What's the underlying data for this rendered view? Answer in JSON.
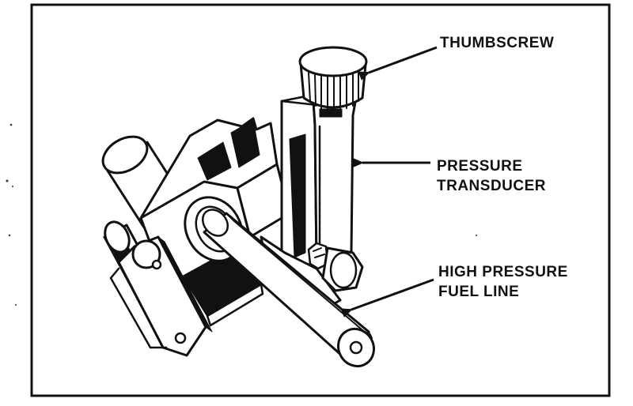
{
  "labels": {
    "thumbscrew": "THUMBSCREW",
    "pressure_transducer_line1": "PRESSURE",
    "pressure_transducer_line2": "TRANSDUCER",
    "fuel_line_line1": "HIGH PRESSURE",
    "fuel_line_line2": "FUEL LINE"
  },
  "colors": {
    "ink": "#111111",
    "paper": "#ffffff"
  }
}
